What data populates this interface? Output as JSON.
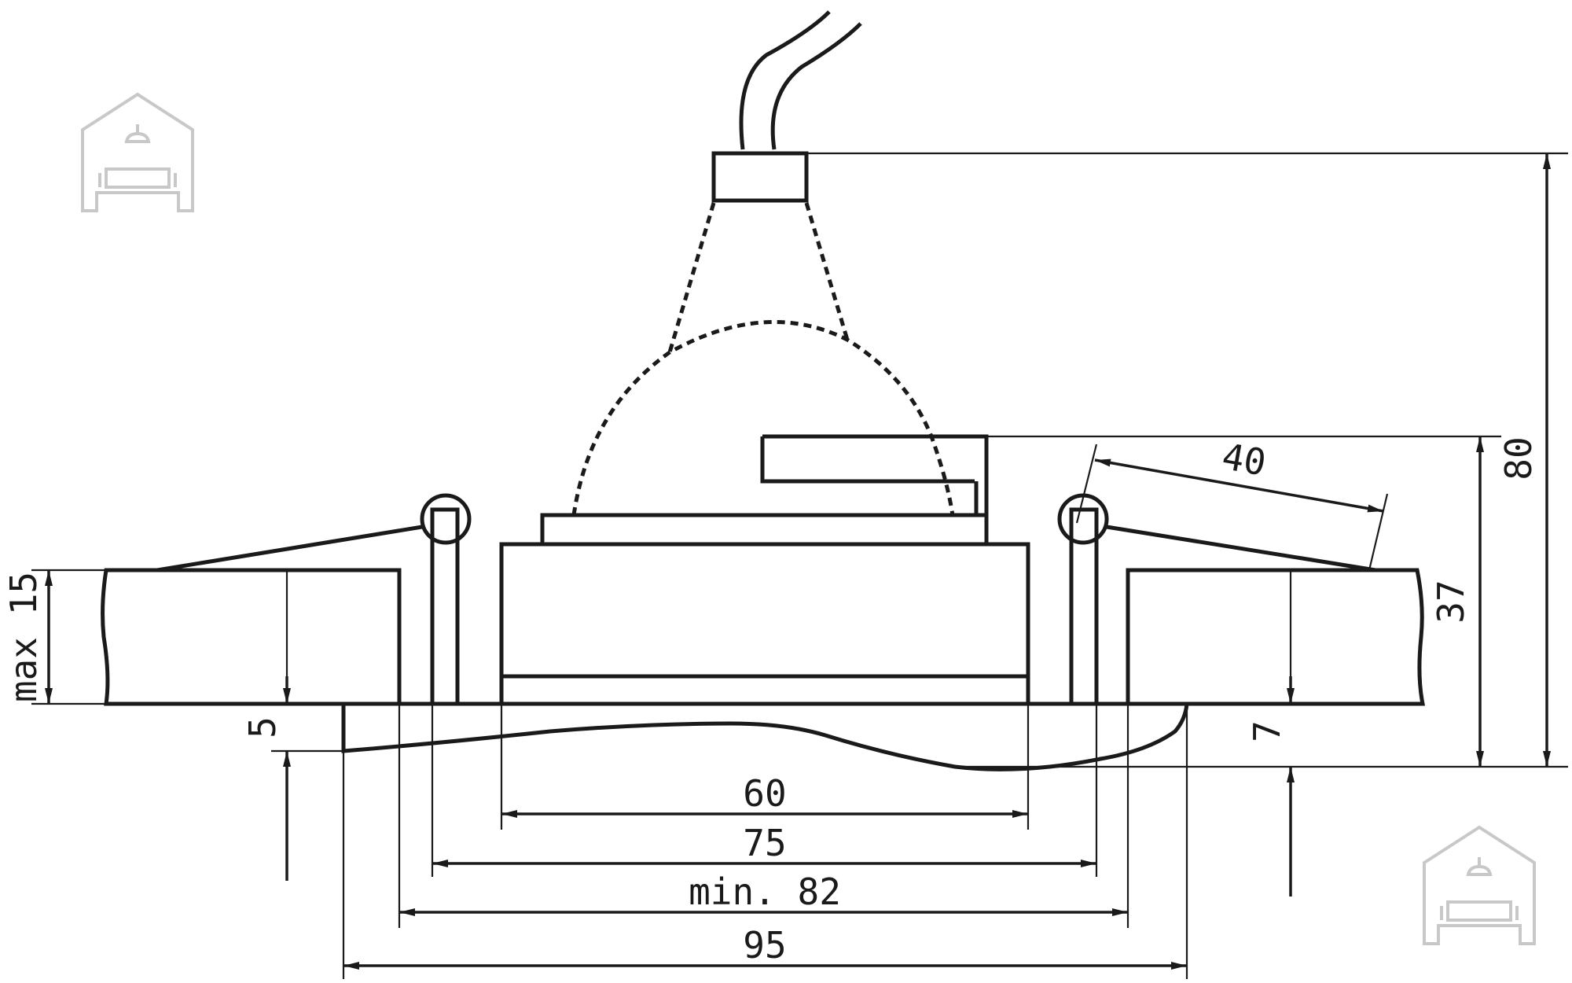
{
  "dimensions": {
    "height_total": "80",
    "height_mount": "37",
    "tilt_angle": "40",
    "ceiling_max": "max 15",
    "trim_depth": "5",
    "tilt_offset": "7",
    "module_width": "60",
    "spring_span": "75",
    "cutout_min": "min. 82",
    "trim_diameter": "95"
  },
  "logos": [
    "home-sofa-logo",
    "home-sofa-logo"
  ],
  "colors": {
    "line": "#1a1a1a",
    "logo": "#c8c8c8",
    "background": "#ffffff"
  }
}
